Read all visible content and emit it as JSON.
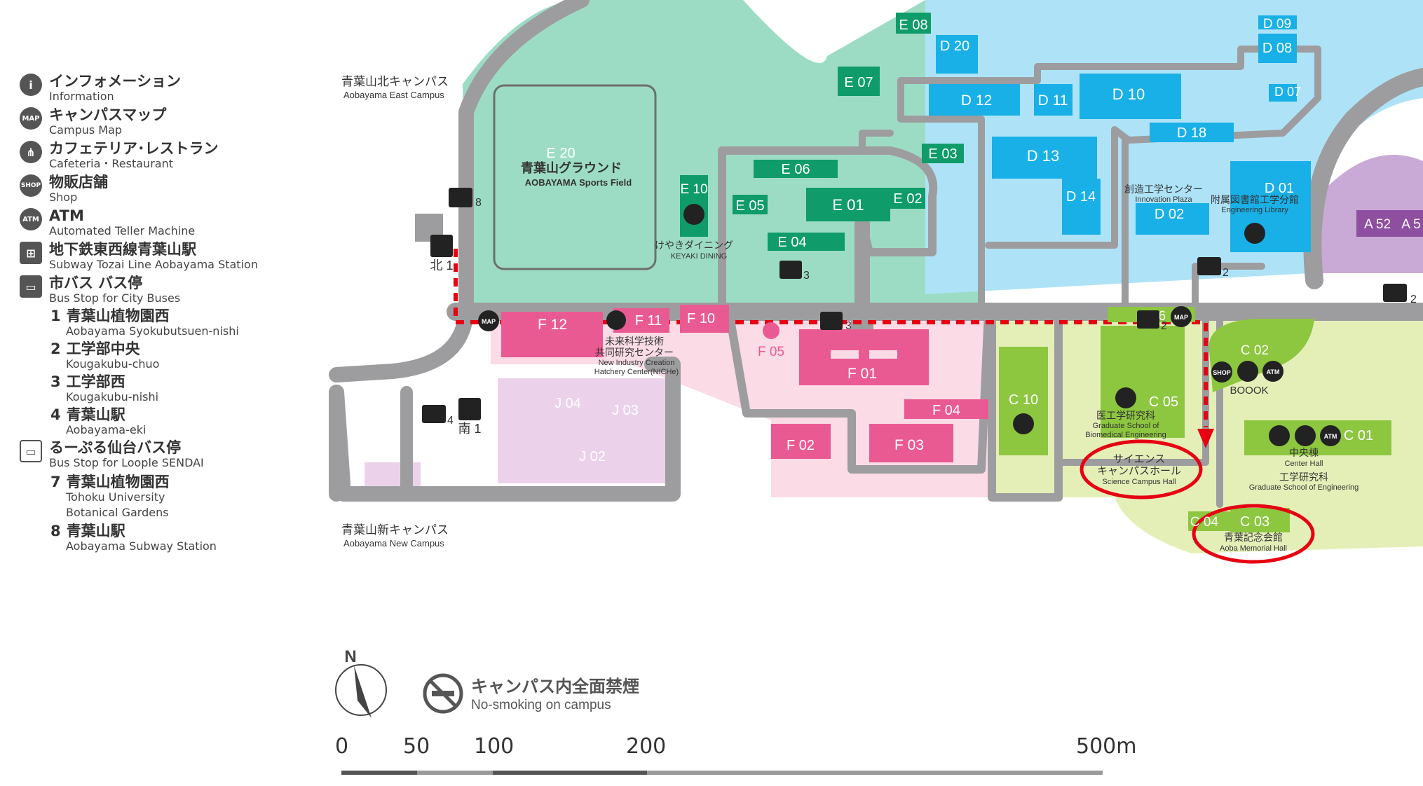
{
  "legend": {
    "info": {
      "jp": "インフォメーション",
      "en": "Information",
      "icon": "info-icon"
    },
    "map": {
      "jp": "キャンパスマップ",
      "en": "Campus Map",
      "icon": "map-icon",
      "badge": "MAP"
    },
    "cafe": {
      "jp": "カフェテリア･レストラン",
      "en": "Cafeteria・Restaurant",
      "icon": "fork-knife-icon"
    },
    "shop": {
      "jp": "物販店舗",
      "en": "Shop",
      "icon": "shop-icon",
      "badge": "SHOP"
    },
    "atm": {
      "jp": "ATM",
      "en": "Automated Teller Machine",
      "icon": "atm-icon",
      "badge": "ATM"
    },
    "subway": {
      "jp": "地下鉄東西線青葉山駅",
      "en": "Subway Tozai Line Aobayama Station",
      "icon": "train-icon"
    },
    "citybus": {
      "jp": "市バス バス停",
      "en": "Bus Stop for City Buses",
      "icon": "bus-icon"
    },
    "stop1": {
      "num": "1",
      "jp": "青葉山植物園西",
      "en": "Aobayama Syokubutsuen-nishi"
    },
    "stop2": {
      "num": "2",
      "jp": "工学部中央",
      "en": "Kougakubu-chuo"
    },
    "stop3": {
      "num": "3",
      "jp": "工学部西",
      "en": "Kougakubu-nishi"
    },
    "stop4": {
      "num": "4",
      "jp": "青葉山駅",
      "en": "Aobayama-eki"
    },
    "loople": {
      "jp": "るーぷる仙台バス停",
      "en": "Bus Stop for Loople SENDAI",
      "icon": "loople-bus-icon"
    },
    "stop7": {
      "num": "7",
      "jp": "青葉山植物園西",
      "en": "Tohoku University",
      "en2": "Botanical Gardens"
    },
    "stop8": {
      "num": "8",
      "jp": "青葉山駅",
      "en": "Aobayama Subway Station"
    }
  },
  "campus": {
    "north_jp": "青葉山北キャンパス",
    "north_en": "Aobayama East Campus",
    "new_jp": "青葉山新キャンパス",
    "new_en": "Aobayama New Campus"
  },
  "buildings": {
    "E20": "E 20",
    "ground_jp": "青葉山グラウンド",
    "ground_en": "AOBAYAMA Sports Field",
    "E08": "E 08",
    "E07": "E 07",
    "E06": "E 06",
    "E05": "E 05",
    "E01": "E 01",
    "E02": "E 02",
    "E03": "E 03",
    "E04": "E 04",
    "E10": "E 10",
    "keyaki_jp": "けやきダイニング",
    "keyaki_en": "KEYAKI DINING",
    "D20": "D 20",
    "D12": "D 12",
    "D11": "D 11",
    "D10": "D 10",
    "D09": "D 09",
    "D08": "D 08",
    "D07": "D 07",
    "D18": "D 18",
    "D13": "D 13",
    "D14": "D 14",
    "D02": "D 02",
    "D01": "D 01",
    "innov_jp": "創造工学センター",
    "innov_en": "Innovation Plaza",
    "englib_jp": "附属図書館工学分館",
    "englib_en": "Engineering Library",
    "A52": "A 52",
    "A5": "A 5",
    "F12": "F 12",
    "F11": "F 11",
    "F10": "F 10",
    "F05": "F 05",
    "F01": "F 01",
    "F04": "F 04",
    "F02": "F 02",
    "F03": "F 03",
    "niche_jp1": "未来科学技術",
    "niche_jp2": "共同研究センター",
    "niche_en1": "New Industry Creation",
    "niche_en2": "Hatchery Center(NICHe)",
    "J04": "J 04",
    "J03": "J 03",
    "J02": "J 02",
    "C06": "C 06",
    "C10": "C 10",
    "C05": "C 05",
    "C02": "C 02",
    "C01": "C 01",
    "C04": "C 04",
    "C03": "C 03",
    "booook": "BOOOK",
    "biomed_jp": "医工学研究科",
    "biomed_en1": "Graduate School of",
    "biomed_en2": "Biomedical Engineering",
    "sch_jp1": "サイエンス",
    "sch_jp2": "キャンパスホール",
    "sch_en": "Science Campus Hall",
    "center_jp": "中央棟",
    "center_en": "Center Hall",
    "gse_jp": "工学研究科",
    "gse_en": "Graduate School of Engineering",
    "amh_jp": "青葉記念会館",
    "amh_en": "Aoba Memorial Hall"
  },
  "stations": {
    "north1": "北 1",
    "south1": "南 1"
  },
  "bus_numbers": {
    "b8": "8",
    "b3a": "3",
    "b3b": "3",
    "b2a": "2",
    "b2b": "2",
    "b2c": "2",
    "b4": "4"
  },
  "badges": {
    "map": "MAP",
    "shop": "SHOP",
    "atm": "ATM"
  },
  "compass": "N",
  "nosmoking": {
    "jp": "キャンパス内全面禁煙",
    "en": "No-smoking on campus"
  },
  "scale": {
    "labels": [
      "0",
      "50",
      "100",
      "200",
      "500m"
    ]
  },
  "colors": {
    "east": "#9ddcc4",
    "eastBldg": "#0f9b6a",
    "d": "#aee3f7",
    "dBldg": "#19b0e8",
    "f": "#fadbe6",
    "fBldg": "#ea5a92",
    "j": "#ebd2ea",
    "c": "#e4efb8",
    "cBldg": "#8dc63f",
    "a": "#c9a9d6",
    "aBldg": "#8e4fa0",
    "road": "#9d9d9f",
    "route": "#e60012"
  }
}
